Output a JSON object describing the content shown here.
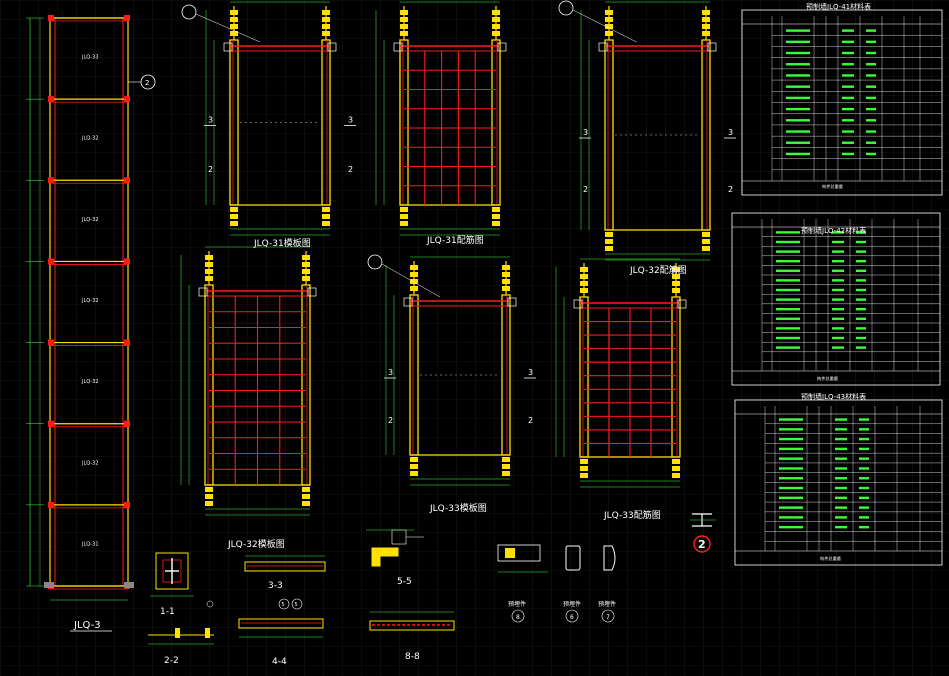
{
  "colors": {
    "background": "#000000",
    "grid": "#2a2a2a",
    "frame": "#ffffff",
    "rebar": "#ff1a1a",
    "column": "#ffe000",
    "dimension": "#39ff39",
    "annotation": "#ffffff",
    "callout": "#ffe000",
    "highlight_circle": "#ff2020"
  },
  "elevation": {
    "label": "JLQ-3",
    "bays": [
      "JLQ-33",
      "JLQ-32",
      "JLQ-32",
      "JLQ-32",
      "JLQ-32",
      "JLQ-32",
      "JLQ-31"
    ],
    "callout": "2"
  },
  "views": [
    {
      "id": "v31a",
      "label": "JLQ-31模板图"
    },
    {
      "id": "v31b",
      "label": "JLQ-31配筋图"
    },
    {
      "id": "v32a",
      "label": "JLQ-32模板图"
    },
    {
      "id": "v32b",
      "label": "JLQ-32配筋图"
    },
    {
      "id": "v33a",
      "label": "JLQ-33模板图"
    },
    {
      "id": "v33b",
      "label": "JLQ-33配筋图"
    }
  ],
  "sections": [
    {
      "id": "s11",
      "label": "1-1"
    },
    {
      "id": "s22",
      "label": "2-2"
    },
    {
      "id": "s33",
      "label": "3-3"
    },
    {
      "id": "s44",
      "label": "4-4"
    },
    {
      "id": "s55",
      "label": "5-5"
    },
    {
      "id": "s88",
      "label": "8-8"
    }
  ],
  "details": [
    {
      "label": "预埋件",
      "num": "8"
    },
    {
      "label": "预埋件",
      "num": "6"
    },
    {
      "label": "预埋件",
      "num": "7"
    }
  ],
  "marker2": "2",
  "tables": [
    {
      "title": "预制墙JLQ-41材料表",
      "rows": 9,
      "footer": "构件总重量"
    },
    {
      "title": "预制墙JLQ-42材料表",
      "rows": 10,
      "footer": "构件总重量"
    },
    {
      "title": "预制墙JLQ-43材料表",
      "rows": 9,
      "footer": "构件总重量"
    }
  ]
}
